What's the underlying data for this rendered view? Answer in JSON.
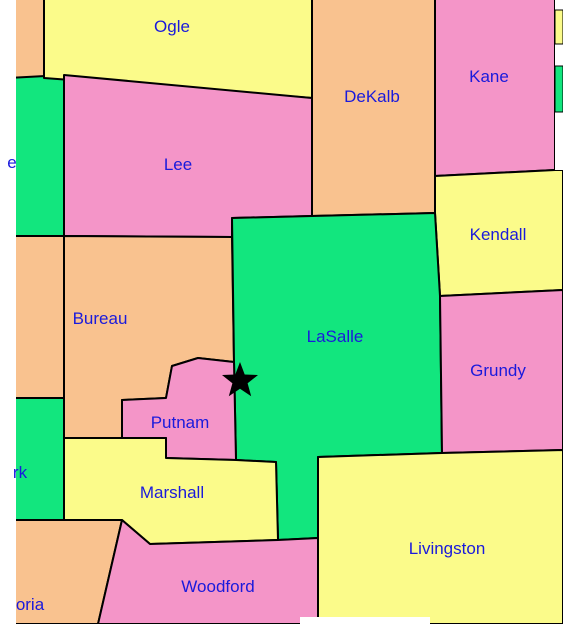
{
  "colors": {
    "orange": "#f9c28f",
    "yellow": "#fbfb8a",
    "pink": "#f495c8",
    "green": "#12e67e",
    "label": "#1a1adc",
    "border": "#000000"
  },
  "counties": {
    "ogle": "Ogle",
    "dekalb": "DeKalb",
    "kane": "Kane",
    "lee": "Lee",
    "whiteside_partial": "e",
    "kendall": "Kendall",
    "bureau": "Bureau",
    "lasalle": "LaSalle",
    "grundy": "Grundy",
    "putnam": "Putnam",
    "stark_partial": "rk",
    "marshall": "Marshall",
    "livingston": "Livingston",
    "woodford": "Woodford",
    "peoria_partial": "oria"
  },
  "markers": {
    "star": "star-icon"
  }
}
